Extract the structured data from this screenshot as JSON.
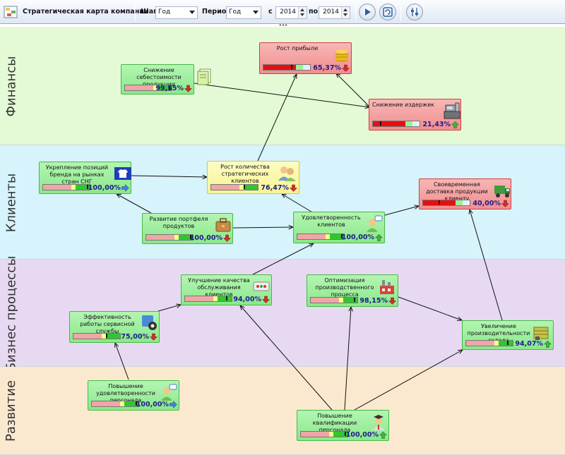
{
  "toolbar": {
    "title": "Стратегическая карта компании",
    "step_label": "Шаг:",
    "step_value": "Год",
    "period_label": "Период:",
    "period_value": "Год",
    "from_label": "с",
    "from_year": "2014",
    "to_label": "по",
    "to_year": "2014",
    "splitter_glyph": "•••"
  },
  "bands": [
    {
      "label": "Финансы",
      "color": "#e4fad6"
    },
    {
      "label": "Клиенты",
      "color": "#d7f3fb"
    },
    {
      "label": "Бизнес процессы",
      "color": "#e7d9f2"
    },
    {
      "label": "Развитие",
      "color": "#fbe9cf"
    }
  ],
  "colors": {
    "card_green": "#8be88b",
    "card_red": "#f18e8e",
    "card_yellow": "#f8f491",
    "value_text": "#1d1c8a",
    "trend_up": "#43b043",
    "trend_down": "#d32b2b",
    "trend_right": "#4a7fd6"
  },
  "cards": [
    {
      "id": "profit",
      "title": "Рост прибыли",
      "value": "65,37%",
      "status": "red",
      "trend": "down",
      "icon": "coins-icon"
    },
    {
      "id": "cost",
      "title": "Снижение себестоимости продукции",
      "value": "99,55%",
      "status": "green",
      "trend": "down",
      "icon": "documents-icon"
    },
    {
      "id": "expenses",
      "title": "Снижение издержек",
      "value": "21,43%",
      "status": "red",
      "trend": "up",
      "icon": "cash-register-icon"
    },
    {
      "id": "brand",
      "title": "Укрепление позиций бренда на рынках стран СНГ",
      "value": "100,00%",
      "status": "green",
      "trend": "right",
      "icon": "tshirt-icon"
    },
    {
      "id": "strategic",
      "title": "Рост количества стратегических клиентов",
      "value": "76,47%",
      "status": "yellow",
      "trend": "down",
      "icon": "people-icon"
    },
    {
      "id": "delivery",
      "title": "Своевременная доставка продукции клиенту",
      "value": "40,00%",
      "status": "red",
      "trend": "down",
      "icon": "truck-icon"
    },
    {
      "id": "portfolio",
      "title": "Развитие портфеля продуктов",
      "value": "100,00%",
      "status": "green",
      "trend": "down",
      "icon": "briefcase-icon"
    },
    {
      "id": "satisfaction",
      "title": "Удовлетворенность клиентов",
      "value": "100,00%",
      "status": "green",
      "trend": "up",
      "icon": "person-speech-icon"
    },
    {
      "id": "service",
      "title": "Улучшение качества обслуживания клиентов",
      "value": "94,00%",
      "status": "green",
      "trend": "down",
      "icon": "ticket-icon"
    },
    {
      "id": "production",
      "title": "Оптимизация производственного процесса",
      "value": "98,15%",
      "status": "green",
      "trend": "down",
      "icon": "factory-icon"
    },
    {
      "id": "efficiency",
      "title": "Эффективность работы сервисной службы",
      "value": "75,00%",
      "status": "green",
      "trend": "down",
      "icon": "gear-app-icon"
    },
    {
      "id": "warehouse",
      "title": "Увеличение производительности склада",
      "value": "94,07%",
      "status": "green",
      "trend": "up",
      "icon": "warehouse-icon"
    },
    {
      "id": "staff_sat",
      "title": "Повышение удовлетворенности персонала",
      "value": "100,00%",
      "status": "green",
      "trend": "right",
      "icon": "person-speech-icon"
    },
    {
      "id": "staff_qual",
      "title": "Повышение квалификации персонала",
      "value": "100,00%",
      "status": "green",
      "trend": "up",
      "icon": "graduate-icon"
    }
  ]
}
